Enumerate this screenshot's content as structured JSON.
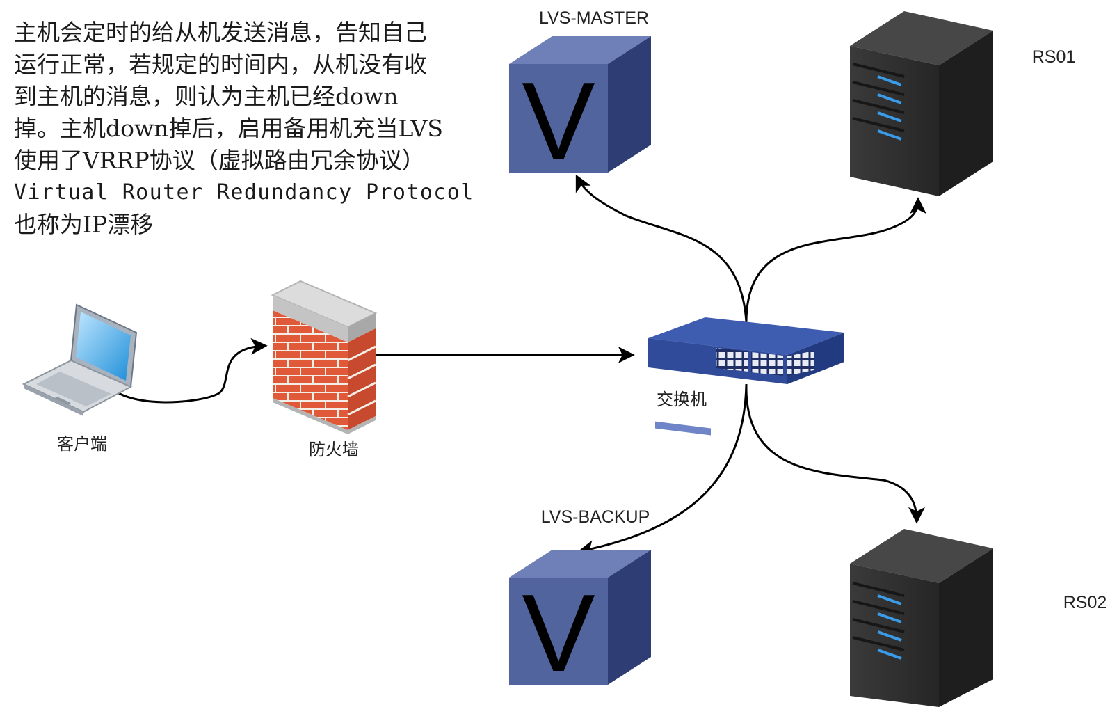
{
  "description": {
    "lines": [
      "主机会定时的给从机发送消息，告知自己",
      "运行正常，若规定的时间内，从机没有收",
      "到主机的消息，则认为主机已经down",
      "掉。主机down掉后，启用备用机充当LVS",
      "使用了VRRP协议（虚拟路由冗余协议）",
      "Virtual Router Redundancy Protocol",
      "也称为IP漂移"
    ]
  },
  "nodes": {
    "lvs_master": {
      "label": "LVS-MASTER",
      "glyph": "V",
      "icon": "virtual-server-cube-icon"
    },
    "lvs_backup": {
      "label": "LVS-BACKUP",
      "glyph": "V",
      "icon": "virtual-server-cube-icon"
    },
    "rs01": {
      "label": "RS01",
      "icon": "server-tower-icon"
    },
    "rs02": {
      "label": "RS02",
      "icon": "server-tower-icon"
    },
    "client": {
      "label": "客户端",
      "icon": "laptop-icon"
    },
    "firewall": {
      "label": "防火墙",
      "icon": "brick-firewall-icon"
    },
    "switch": {
      "label": "交换机",
      "icon": "network-switch-icon"
    }
  },
  "colors": {
    "cube_front": "#52649e",
    "cube_top": "#6f7fb8",
    "cube_side": "#2e3e74",
    "server_body": "#2f2f2f",
    "server_led": "#3a9be8",
    "brick": "#e05a3a",
    "switch_blue": "#2f4b9a",
    "connector": "#000000"
  }
}
